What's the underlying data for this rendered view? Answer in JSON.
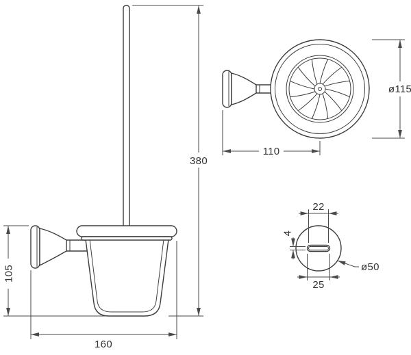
{
  "colors": {
    "line": "#3d3d3d",
    "dimension_line": "#4a4a4a",
    "text": "#333333",
    "background": "#ffffff"
  },
  "views": {
    "front": {
      "dims": {
        "total_height": "380",
        "bracket_height": "105",
        "depth": "160"
      }
    },
    "top": {
      "dims": {
        "cup_diameter": "ø115",
        "wall_to_center": "110"
      }
    },
    "wall_plate": {
      "dims": {
        "slot_length": "22",
        "slot_width": "4",
        "slot_outer_length": "25",
        "plate_diameter": "ø50"
      }
    }
  }
}
